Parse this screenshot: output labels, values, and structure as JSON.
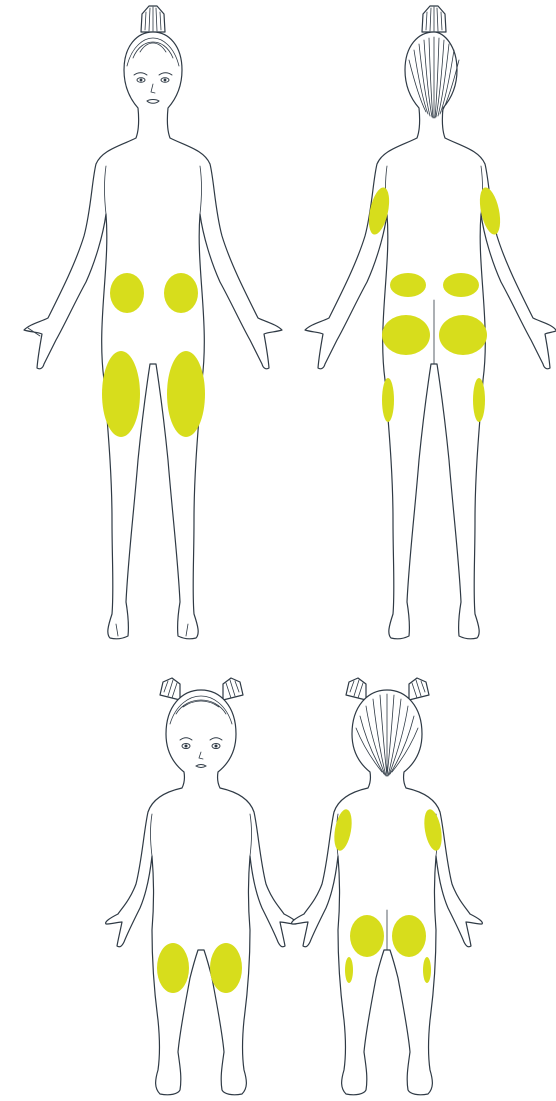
{
  "colors": {
    "outline": "#2f3a45",
    "injection_site": "#d7dd1c",
    "background": "#ffffff"
  },
  "figures": [
    {
      "id": "adult-front",
      "view": "front",
      "age": "adult"
    },
    {
      "id": "adult-back",
      "view": "back",
      "age": "adult"
    },
    {
      "id": "child-front",
      "view": "front",
      "age": "child"
    },
    {
      "id": "child-back",
      "view": "back",
      "age": "child"
    }
  ],
  "injection_sites": {
    "adult_front": [
      "abdomen-left",
      "abdomen-right",
      "thigh-left",
      "thigh-right"
    ],
    "adult_back": [
      "upper-arm-left",
      "upper-arm-right",
      "upper-buttock-left",
      "upper-buttock-right",
      "buttock-left",
      "buttock-right",
      "outer-thigh-left",
      "outer-thigh-right"
    ],
    "child_front": [
      "thigh-left",
      "thigh-right"
    ],
    "child_back": [
      "upper-arm-left",
      "upper-arm-right",
      "buttock-left",
      "buttock-right",
      "outer-thigh-left",
      "outer-thigh-right"
    ]
  }
}
